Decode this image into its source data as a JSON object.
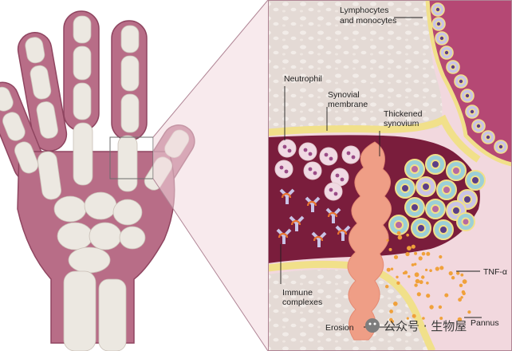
{
  "labels": {
    "lymphocytes": [
      "Lymphocytes",
      "and monocytes"
    ],
    "neutrophil": "Neutrophil",
    "synovial_membrane": [
      "Synovial",
      "membrane"
    ],
    "thickened_synovium": [
      "Thickened",
      "synovium"
    ],
    "immune_complexes": [
      "Immune",
      "complexes"
    ],
    "tnf": "TNF-α",
    "erosion": "Erosion",
    "pannus": "Pannus"
  },
  "watermark": "公众号 · 生物屋",
  "colors": {
    "hand_skin": "#b86d87",
    "bone": "#ece8e1",
    "panel_tissue": "#f2d8de",
    "synovial_fluid": "#7a1d3c",
    "membrane": "#f1e08a",
    "bone_marrow": "#e3d9d4",
    "synovium": "#ef9e86",
    "tnf_dots": "#f0a13b"
  }
}
